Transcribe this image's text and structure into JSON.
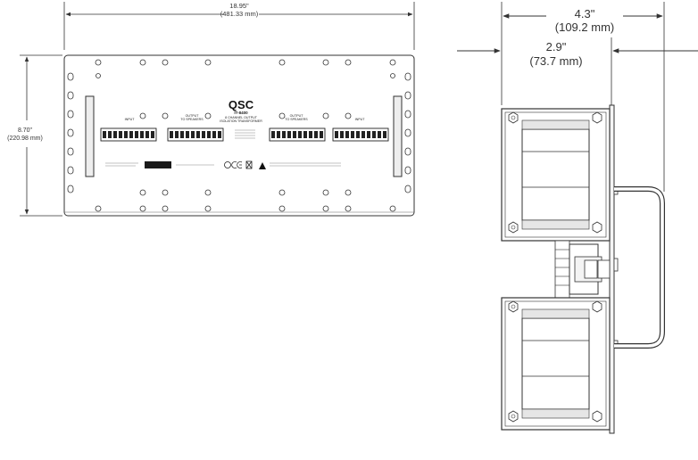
{
  "front_view": {
    "width_in": "18.95\"",
    "width_mm": "(481.33 mm)",
    "height_in": "8.70\"",
    "height_mm": "(220.98 mm)",
    "brand": "QSC",
    "model": "IT-8400",
    "subtitle_1": "8 CHANNEL OUTPUT",
    "subtitle_2": "ISOLATION TRANSFORMER",
    "input_label": "INPUT",
    "output_label": "OUTPUT",
    "to_speakers_label": "TO SPEAKERS"
  },
  "side_view": {
    "depth_in": "4.3\"",
    "depth_mm": "(109.2 mm)",
    "depth2_in": "2.9\"",
    "depth2_mm": "(73.7 mm)"
  },
  "colors": {
    "line": "#333333",
    "dark_fill": "#1a1a1a",
    "light_fill": "#f4f4f4"
  }
}
